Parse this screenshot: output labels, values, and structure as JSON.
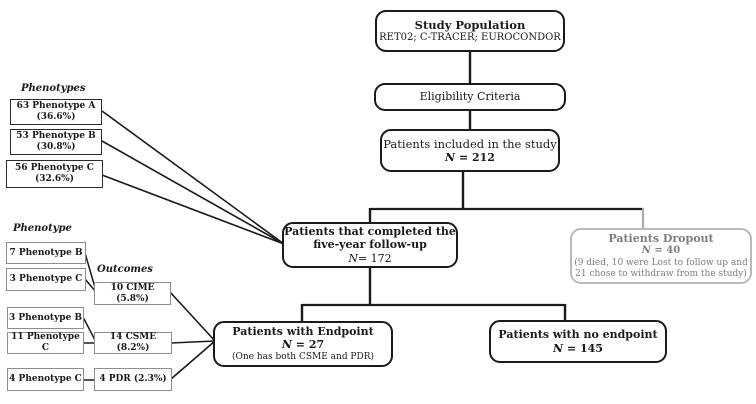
{
  "colors": {
    "line_black": "#1a1a1a",
    "line_gray": "#aaaaaa",
    "dropout_border": "#b9b9b9",
    "dropout_text": "#7e7e7e",
    "small_box_border_dark": "#2b2b2b",
    "small_box_border_gray": "#8d8d8d"
  },
  "flow": {
    "study_population": {
      "title": "Study Population",
      "subtitle": "RET02; C-TRACER; EUROCONDOR"
    },
    "eligibility": {
      "title": "Eligibility Criteria"
    },
    "included": {
      "title": "Patients included in the study",
      "n_italic": "N",
      "n_rest": " = 212"
    },
    "completed": {
      "line1": "Patients that completed the",
      "line2": "five-year follow-up",
      "n_italic": "N",
      "n_rest": "= 172"
    },
    "dropout": {
      "title": "Patients Dropout",
      "n_italic": "N",
      "n_rest": " = 40",
      "note1": "(9 died, 10 were Lost to follow up and",
      "note2": "21 chose to withdraw from the study)"
    },
    "endpoint": {
      "title": "Patients with Endpoint",
      "n_italic": "N",
      "n_rest": " = 27",
      "note": "(One has both CSME and PDR)"
    },
    "no_endpoint": {
      "title": "Patients with no endpoint",
      "n_italic": "N",
      "n_rest": " = 145"
    }
  },
  "side": {
    "phenotypes_label": "Phenotypes",
    "phenotype_label": "Phenotype",
    "outcomes_label": "Outcomes",
    "phenotype_top": [
      {
        "line1": "63 Phenotype A",
        "line2": "(36.6%)"
      },
      {
        "line1": "53 Phenotype B",
        "line2": "(30.8%)"
      },
      {
        "line1": "56  Phenotype C",
        "line2": "(32.6%)"
      }
    ],
    "phenotype_bottom": [
      {
        "label": "7 Phenotype B"
      },
      {
        "label": "3 Phenotype C"
      },
      {
        "label": "3 Phenotype B"
      },
      {
        "label": "11 Phenotype C"
      },
      {
        "label": "4 Phenotype C"
      }
    ],
    "outcomes": [
      {
        "label": "10 CIME (5.8%)"
      },
      {
        "label": "14 CSME (8.2%)"
      },
      {
        "label": "4  PDR (2.3%)"
      }
    ]
  }
}
